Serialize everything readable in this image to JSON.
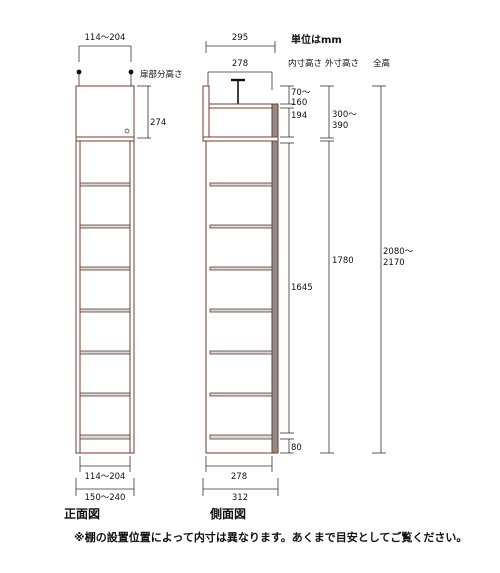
{
  "unit_label": "単位はmm",
  "headers": {
    "door_height": "扉部分高さ",
    "inner_height": "内寸高さ",
    "outer_height": "外寸高さ",
    "total_height": "全高"
  },
  "front": {
    "title": "正面図",
    "top_width": "114～204",
    "door_height": "274",
    "inner_width": "114～204",
    "outer_width": "150～240"
  },
  "side": {
    "title": "側面図",
    "top_depth": "295",
    "top_inner_depth": "278",
    "bottom_inner_depth": "278",
    "bottom_outer_depth": "312"
  },
  "heights": {
    "inner_top_line1": "70～",
    "inner_top_line2": "160",
    "inner_top_fixed": "194",
    "outer_top_line1": "300～",
    "outer_top_line2": "390",
    "inner_main": "1645",
    "outer_main": "1780",
    "inner_bottom": "80",
    "total_line1": "2080～",
    "total_line2": "2170"
  },
  "note": "※棚の設置位置によって内寸は異なります。あくまで目安としてご覧ください。",
  "colors": {
    "panel_stroke": "#7a3b28",
    "side_panel_fill": "#8c8c8c",
    "shelf_fill": "#d9d9d9"
  }
}
